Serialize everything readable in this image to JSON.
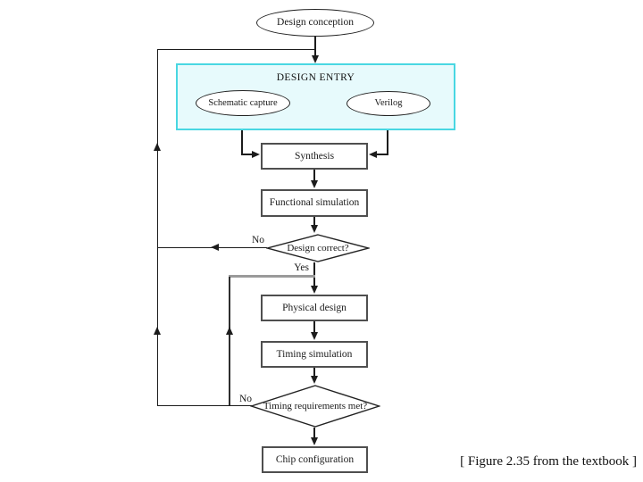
{
  "slide": {
    "caption": "[ Figure 2.35 from the textbook ]"
  },
  "colors": {
    "highlight_border": "#49d7e2",
    "highlight_fill": "#e7fafc",
    "line": "#1c1c1c",
    "feedback_gray": "#9a9a9a",
    "node_fill": "#ffffff",
    "text": "#1a1a1a"
  },
  "nodes": {
    "design_conception": "Design conception",
    "design_entry_title": "DESIGN ENTRY",
    "schematic_capture": "Schematic capture",
    "verilog": "Verilog",
    "synthesis": "Synthesis",
    "functional_simulation": "Functional simulation",
    "design_correct": "Design correct?",
    "physical_design": "Physical design",
    "timing_simulation": "Timing simulation",
    "timing_requirements": "Timing requirements met?",
    "chip_configuration": "Chip configuration"
  },
  "edge_labels": {
    "design_correct_no": "No",
    "design_correct_yes": "Yes",
    "timing_no": "No"
  }
}
